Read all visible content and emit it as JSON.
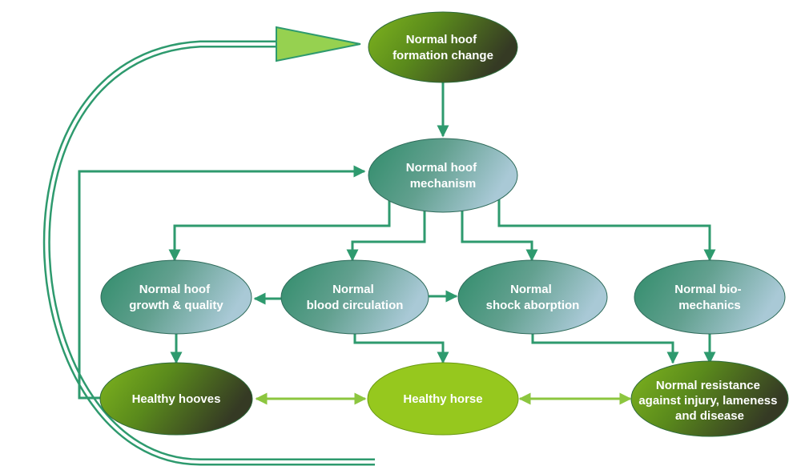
{
  "nodes": {
    "formation_change": {
      "line1": "Normal hoof",
      "line2": "formation change"
    },
    "mechanism": {
      "line1": "Normal hoof",
      "line2": "mechanism"
    },
    "growth_quality": {
      "line1": "Normal hoof",
      "line2": "growth & quality"
    },
    "blood_circulation": {
      "line1": "Normal",
      "line2": "blood circulation"
    },
    "shock_absorption": {
      "line1": "Normal",
      "line2": "shock aborption"
    },
    "biomechanics": {
      "line1": "Normal bio-",
      "line2": "mechanics"
    },
    "healthy_hooves": {
      "line1": "Healthy hooves"
    },
    "healthy_horse": {
      "line1": "Healthy horse"
    },
    "resistance": {
      "line1": "Normal resistance",
      "line2": "against injury, lameness",
      "line3": "and disease"
    }
  },
  "colors": {
    "arrow_teal": "#2e9a6e",
    "arrow_light_green": "#8cc63f",
    "feedback_outline": "#2e9a6e",
    "feedback_fill": "#9bd35a",
    "olive_dark": "#3d4526",
    "olive_green": "#6fa21e",
    "teal": "#3f8f77",
    "teal_light": "#9fc6cf",
    "lime": "#96c81e"
  }
}
